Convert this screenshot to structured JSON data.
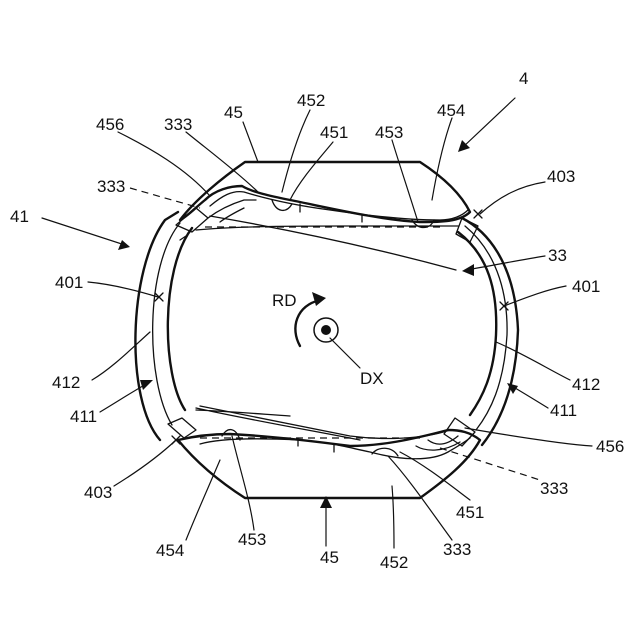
{
  "labels": {
    "assembly": "4",
    "body": "41",
    "outer_surface": "411",
    "inner_surface": "412",
    "center_mark": "401",
    "corner": "403",
    "plate": "45",
    "plate_bend": "451",
    "plate_body": "452",
    "plate_end": "453",
    "plate_wing": "454",
    "plate_tab": "456",
    "cam": "33",
    "cam_edge": "333",
    "rotation": "RD",
    "axis": "DX"
  }
}
